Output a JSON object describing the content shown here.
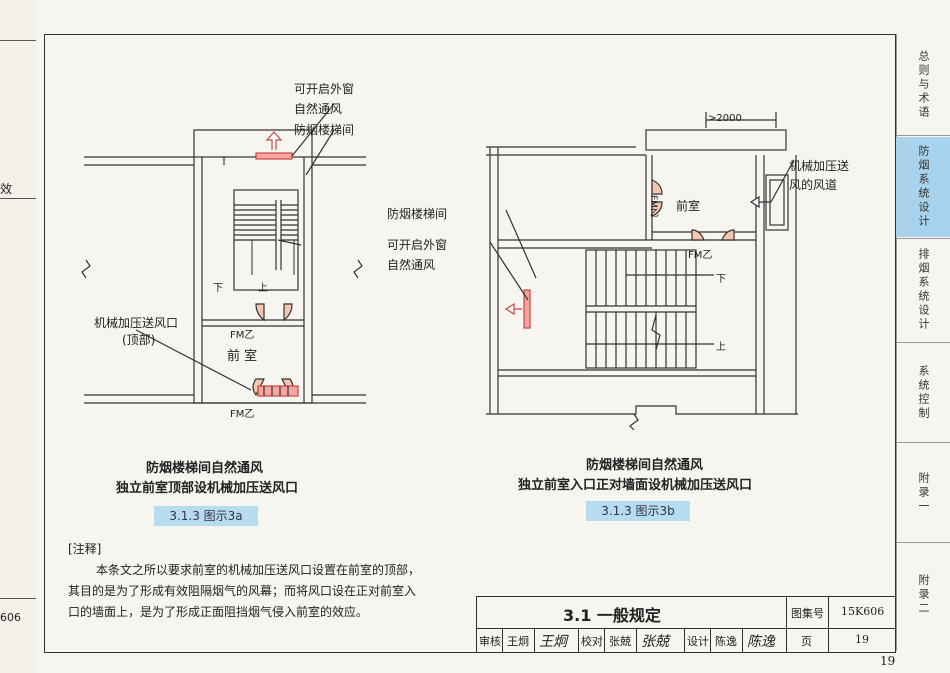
{
  "left_page": {
    "fragment_text": "效",
    "fragment_code": "606"
  },
  "sidebar": {
    "tabs": [
      {
        "label": "总则与术语",
        "active": false
      },
      {
        "label": "防烟系统设计",
        "active": true
      },
      {
        "label": "排烟系统设计",
        "active": false
      },
      {
        "label": "系统控制",
        "active": false
      },
      {
        "label": "附录一",
        "active": false
      },
      {
        "label": "附录二",
        "active": false
      }
    ]
  },
  "figure_a": {
    "labels": {
      "window": "可开启外窗",
      "natural_vent": "自然通风",
      "stair_room": "防烟楼梯间",
      "down": "下",
      "up": "上",
      "fm_upper": "FM乙",
      "fm_lower": "FM乙",
      "anteroom": "前  室",
      "fan_outlet": "机械加压送风口",
      "fan_outlet_sub": "(顶部)"
    },
    "caption_line1": "防烟楼梯间自然通风",
    "caption_line2": "独立前室顶部设机械加压送风口",
    "tag": "3.1.3  图示3a"
  },
  "figure_b": {
    "labels": {
      "dimension": ">2000",
      "duct_line1": "机械加压送",
      "duct_line2": "风的风道",
      "stair_room": "防烟楼梯间",
      "window": "可开启外窗",
      "natural_vent": "自然通风",
      "anteroom": "前室",
      "fm_left": "FM乙",
      "fm_bottom": "FM乙",
      "down": "下",
      "up": "上"
    },
    "caption_line1": "防烟楼梯间自然通风",
    "caption_line2": "独立前室入口正对墙面设机械加压送风口",
    "tag": "3.1.3  图示3b"
  },
  "notes": {
    "title": "[注释]",
    "line1": "本条文之所以要求前室的机械加压送风口设置在前室的顶部，",
    "line2": "其目的是为了形成有效阻隔烟气的风幕；而将风口设在正对前室入",
    "line3": "口的墙面上，是为了形成正面阻挡烟气侵入前室的效应。"
  },
  "title_block": {
    "section_title": "3.1   一般规定",
    "atlas_label": "图集号",
    "atlas_value": "15K606",
    "review_label": "审核",
    "review_name": "王炯",
    "review_sig": "王炯",
    "check_label": "校对",
    "check_name": "张兢",
    "check_sig": "张兢",
    "design_label": "设计",
    "design_name": "陈逸",
    "design_sig": "陈逸",
    "page_label": "页",
    "page_value": "19"
  },
  "page_number": "19"
}
